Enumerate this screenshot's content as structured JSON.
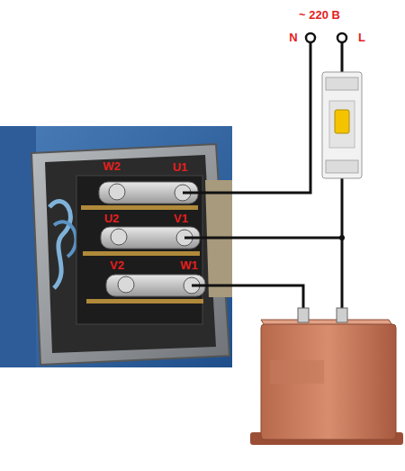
{
  "diagram": {
    "labels": [
      "~ 220 B",
      "N",
      "L",
      "W2",
      "U1",
      "U2",
      "V1",
      "V2",
      "W1"
    ]
  }
}
